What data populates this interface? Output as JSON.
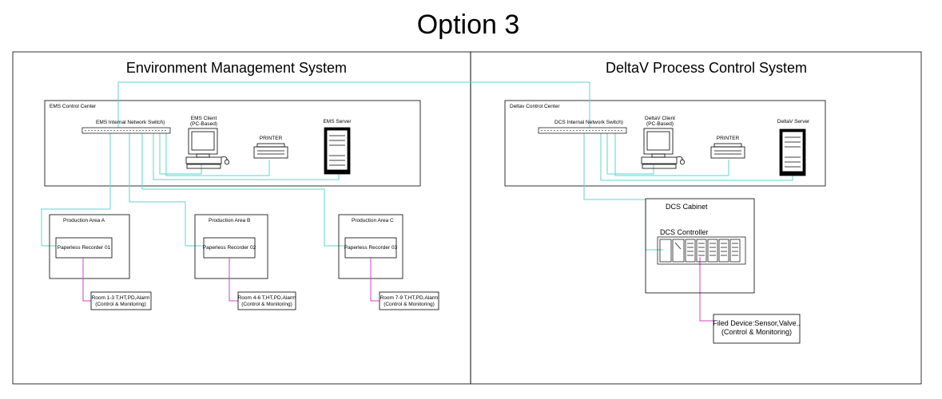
{
  "title": "Option 3",
  "left_system": {
    "title": "Environment Management System",
    "control_center": {
      "label": "EMS Control Center",
      "switch": "EMS Internal Network Switch)",
      "client": [
        "EMS Client",
        "(PC-Based)"
      ],
      "printer": "PRINTER",
      "server": "EMS Server"
    },
    "areas": [
      {
        "title": "Production Area A",
        "recorder": "Paperless Recorder 01",
        "device": [
          "Room 1-3 T,HT,PD,Alarm",
          "(Control & Monitoring)"
        ]
      },
      {
        "title": "Production Area B",
        "recorder": "Paperless Recorder 02",
        "device": [
          "Room 4-6 T,HT,PD,Alarm",
          "(Control & Monitoring)"
        ]
      },
      {
        "title": "Production Area C",
        "recorder": "Paperless Recorder 03",
        "device": [
          "Room 7-9 T,HT,PD,Alarm",
          "(Control & Monitoring)"
        ]
      }
    ]
  },
  "right_system": {
    "title": "DeltaV Process Control System",
    "control_center": {
      "label": "Deltav Control Center",
      "switch": "DCS Internal Network Switch)",
      "client": [
        "DeltaV Client",
        "(PC-Based)"
      ],
      "printer": "PRINTER",
      "server": "DeltaV Server"
    },
    "cabinet": {
      "title": "DCS Cabinet",
      "controller": "DCS Controller"
    },
    "field_device": [
      "Filed Device:Sensor,Valve..",
      "(Control & Monitoring)"
    ]
  },
  "colors": {
    "network_line": "#5fd3d3",
    "io_line": "#d13fd1",
    "frame": "#000000"
  }
}
